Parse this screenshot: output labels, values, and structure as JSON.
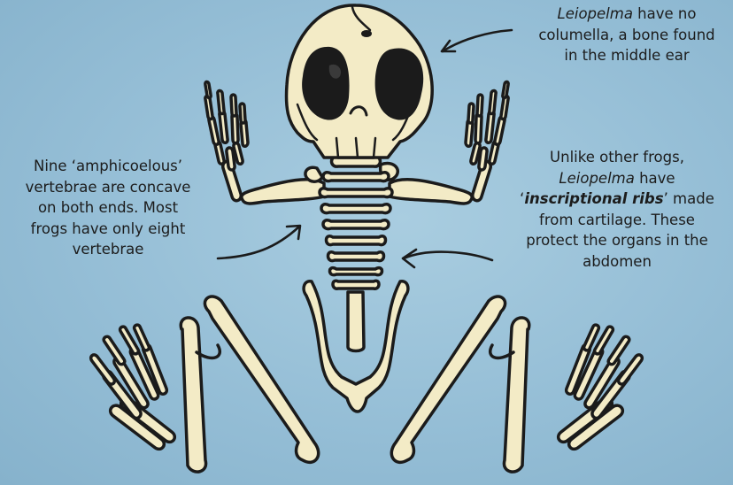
{
  "colors": {
    "background": "#95bed6",
    "bone": "#f3ebc6",
    "outline": "#1b1b1b",
    "text": "#1c1c1c"
  },
  "annotations": {
    "columella": {
      "genus": "Leiopelma",
      "line1_rest": " have no",
      "line2": "columella, a bone found",
      "line3": "in the middle ear"
    },
    "vertebrae": {
      "line1": "Nine ‘amphicoelous’",
      "line2": "vertebrae are concave",
      "line3": "on both ends. Most",
      "line4": "frogs have only eight",
      "line5": "vertebrae"
    },
    "ribs": {
      "line1": "Unlike other frogs,",
      "genus": "Leiopelma",
      "line2_rest": " have",
      "quote_open": "‘",
      "term": "inscriptional ribs",
      "line3_rest": "’ made",
      "line4": "from cartilage. These",
      "line5": "protect the organs in the",
      "line6": "abdomen"
    }
  }
}
